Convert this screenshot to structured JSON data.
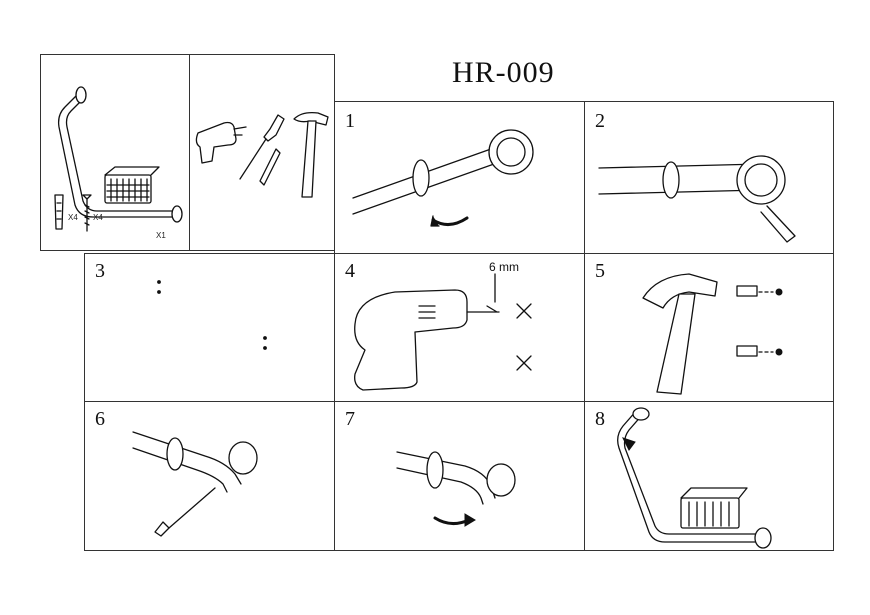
{
  "header": {
    "title": "HR-009"
  },
  "parts_panel": {
    "anchor_qty": "X4",
    "screw_qty": "X4",
    "bar_qty": "X1"
  },
  "steps": [
    {
      "number": "1"
    },
    {
      "number": "2"
    },
    {
      "number": "3"
    },
    {
      "number": "4"
    },
    {
      "number": "5"
    },
    {
      "number": "6"
    },
    {
      "number": "7"
    },
    {
      "number": "8"
    }
  ],
  "step4": {
    "drill_size": "6 mm"
  },
  "icons": [
    "grab-bar-with-basket",
    "anchor-icon",
    "screw-icon",
    "drill-icon",
    "screwdriver-icon",
    "pencil-icon",
    "hammer-icon",
    "rotate-arrow-icon",
    "x-mark-icon"
  ]
}
